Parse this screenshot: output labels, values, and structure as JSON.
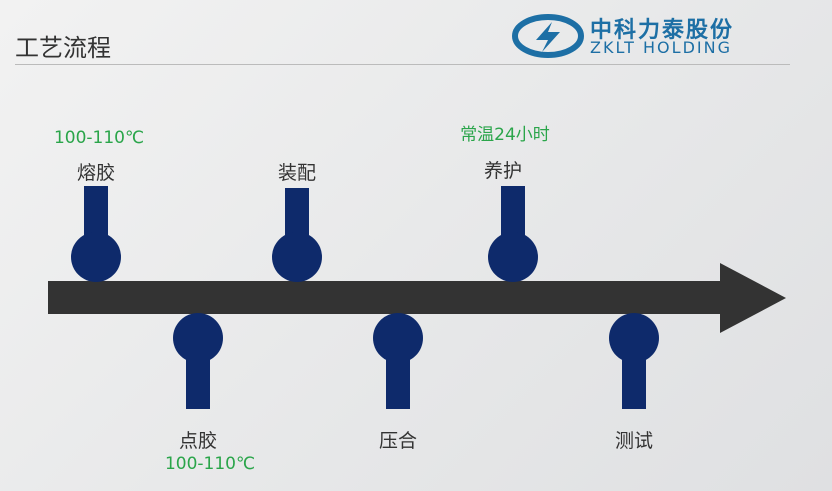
{
  "header": {
    "title": "工艺流程",
    "logo_cn": "中科力泰股份",
    "logo_en": "ZKLT HOLDING"
  },
  "steps": [
    {
      "label": "熔胶",
      "note": "100-110℃",
      "side": "top"
    },
    {
      "label": "点胶",
      "note": "100-110℃",
      "side": "bottom"
    },
    {
      "label": "装配",
      "side": "top"
    },
    {
      "label": "压合",
      "side": "bottom"
    },
    {
      "label": "养护",
      "note": "常温24小时",
      "side": "top"
    },
    {
      "label": "测试",
      "side": "bottom"
    }
  ],
  "colors": {
    "pin": "#0e2a6b",
    "arrow": "#333333",
    "note": "#2aa54a",
    "logo": "#1d6fa5"
  }
}
